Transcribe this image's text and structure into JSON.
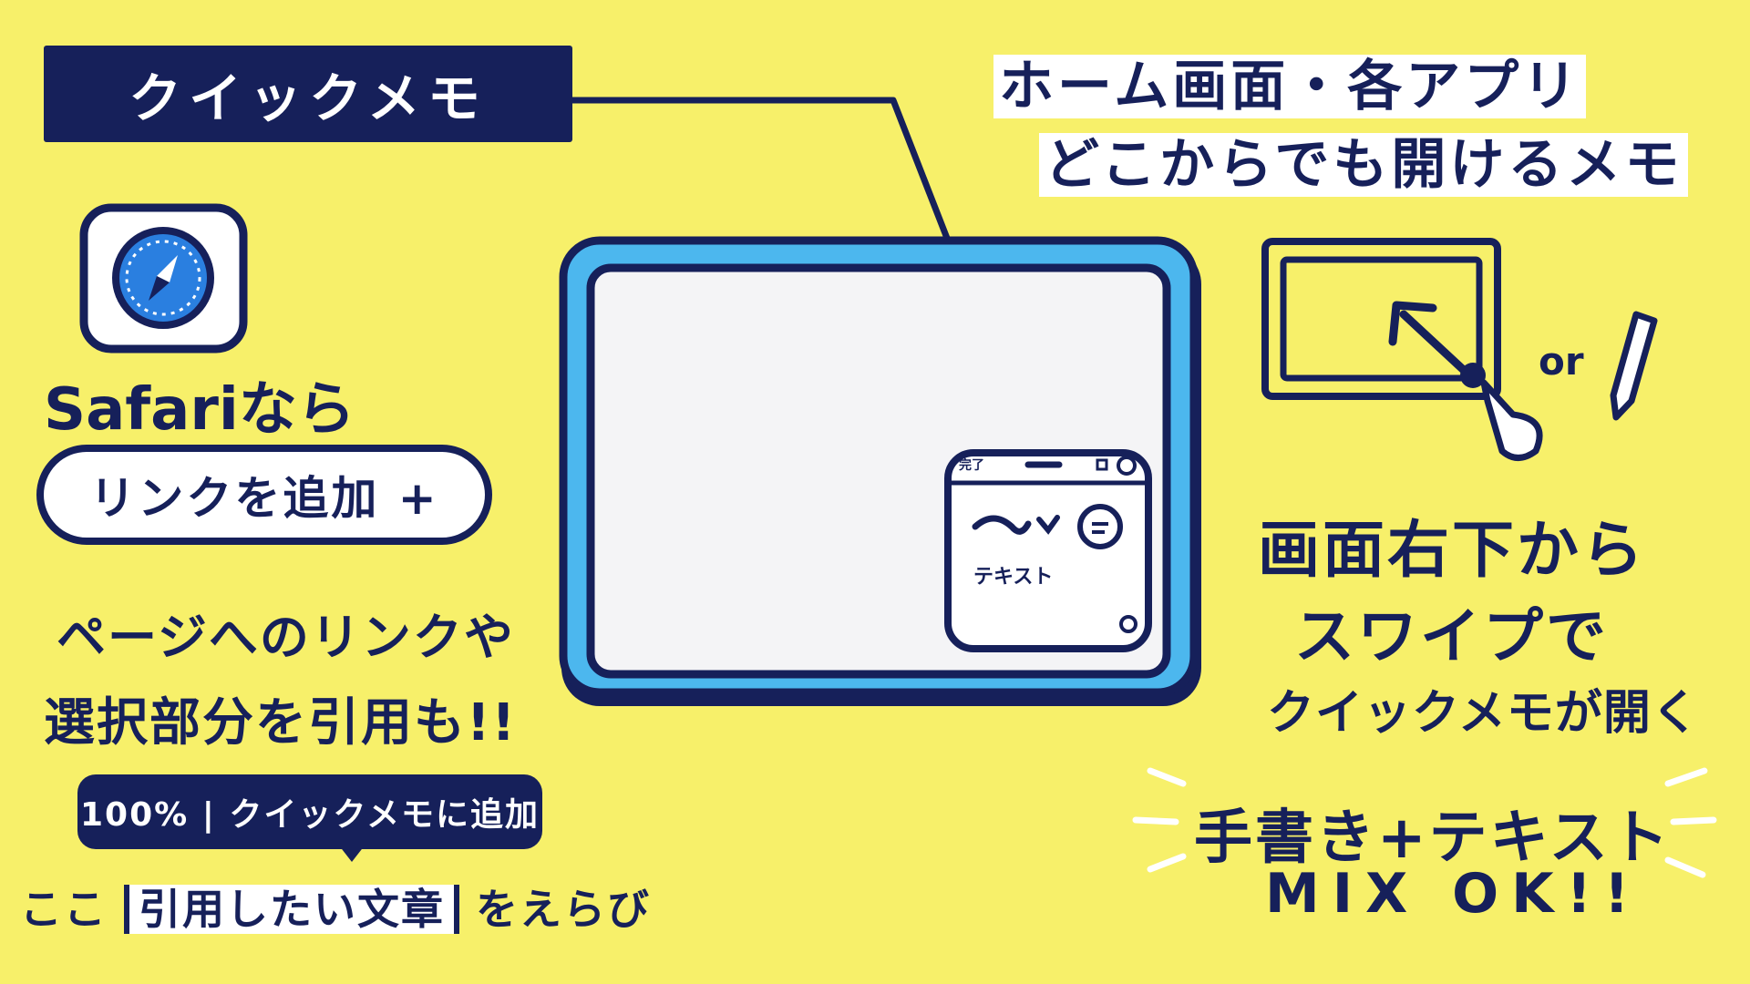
{
  "title": "クイックメモ",
  "top_right": {
    "line1": "ホーム画面・各アプリ",
    "line2": "どこからでも開けるメモ"
  },
  "left": {
    "safari_label": "Safariなら",
    "pill_label": "リンクを追加 +",
    "desc_line1": "ページへのリンクや",
    "desc_line2": "選択部分を引用も!!",
    "tooltip": "100% | クイックメモに追加",
    "bottom_prefix": "ここ",
    "bottom_quote": "引用したい文章",
    "bottom_suffix": "をえらび"
  },
  "quick_memo_window": {
    "left_label": "完了",
    "text_label": "テキスト"
  },
  "right": {
    "or_label": "or",
    "swipe_line1": "画面右下から",
    "swipe_line2": "スワイプで",
    "swipe_line3": "クイックメモが開く",
    "mix_line1": "手書き+テキスト",
    "mix_line2": "MIX OK!!"
  },
  "colors": {
    "background": "#f7f06a",
    "navy": "#16205a",
    "ipad_blue": "#4cb7ee",
    "screen": "#f4f4f6",
    "white": "#ffffff"
  }
}
